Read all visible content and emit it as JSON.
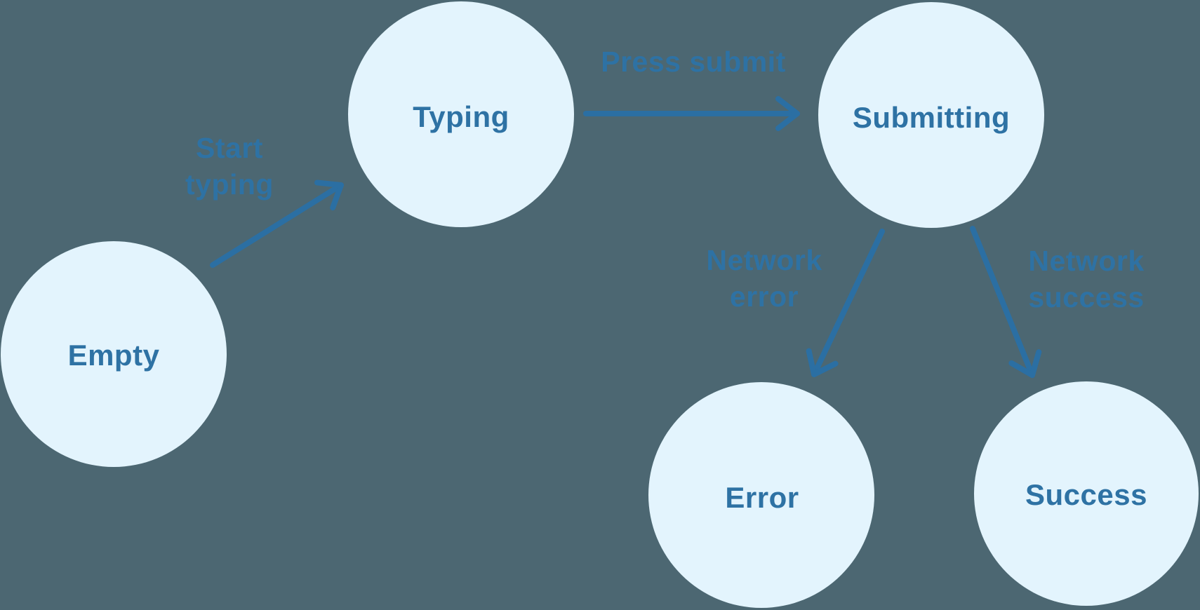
{
  "diagram": {
    "type": "state-machine",
    "nodes": [
      {
        "id": "empty",
        "label": "Empty"
      },
      {
        "id": "typing",
        "label": "Typing"
      },
      {
        "id": "submitting",
        "label": "Submitting"
      },
      {
        "id": "error",
        "label": "Error"
      },
      {
        "id": "success",
        "label": "Success"
      }
    ],
    "edges": [
      {
        "from": "empty",
        "to": "typing",
        "label": "Start typing",
        "label_lines": [
          "Start",
          "typing"
        ]
      },
      {
        "from": "typing",
        "to": "submitting",
        "label": "Press submit",
        "label_lines": [
          "Press submit"
        ]
      },
      {
        "from": "submitting",
        "to": "error",
        "label": "Network error",
        "label_lines": [
          "Network",
          "error"
        ]
      },
      {
        "from": "submitting",
        "to": "success",
        "label": "Network success",
        "label_lines": [
          "Network",
          "success"
        ]
      }
    ]
  },
  "colors": {
    "background": "#4C6772",
    "node_fill": "#E3F4FD",
    "node_text": "#2E72A4",
    "edge_stroke": "#2B6FA3",
    "edge_label_text": "#2E72A4"
  }
}
